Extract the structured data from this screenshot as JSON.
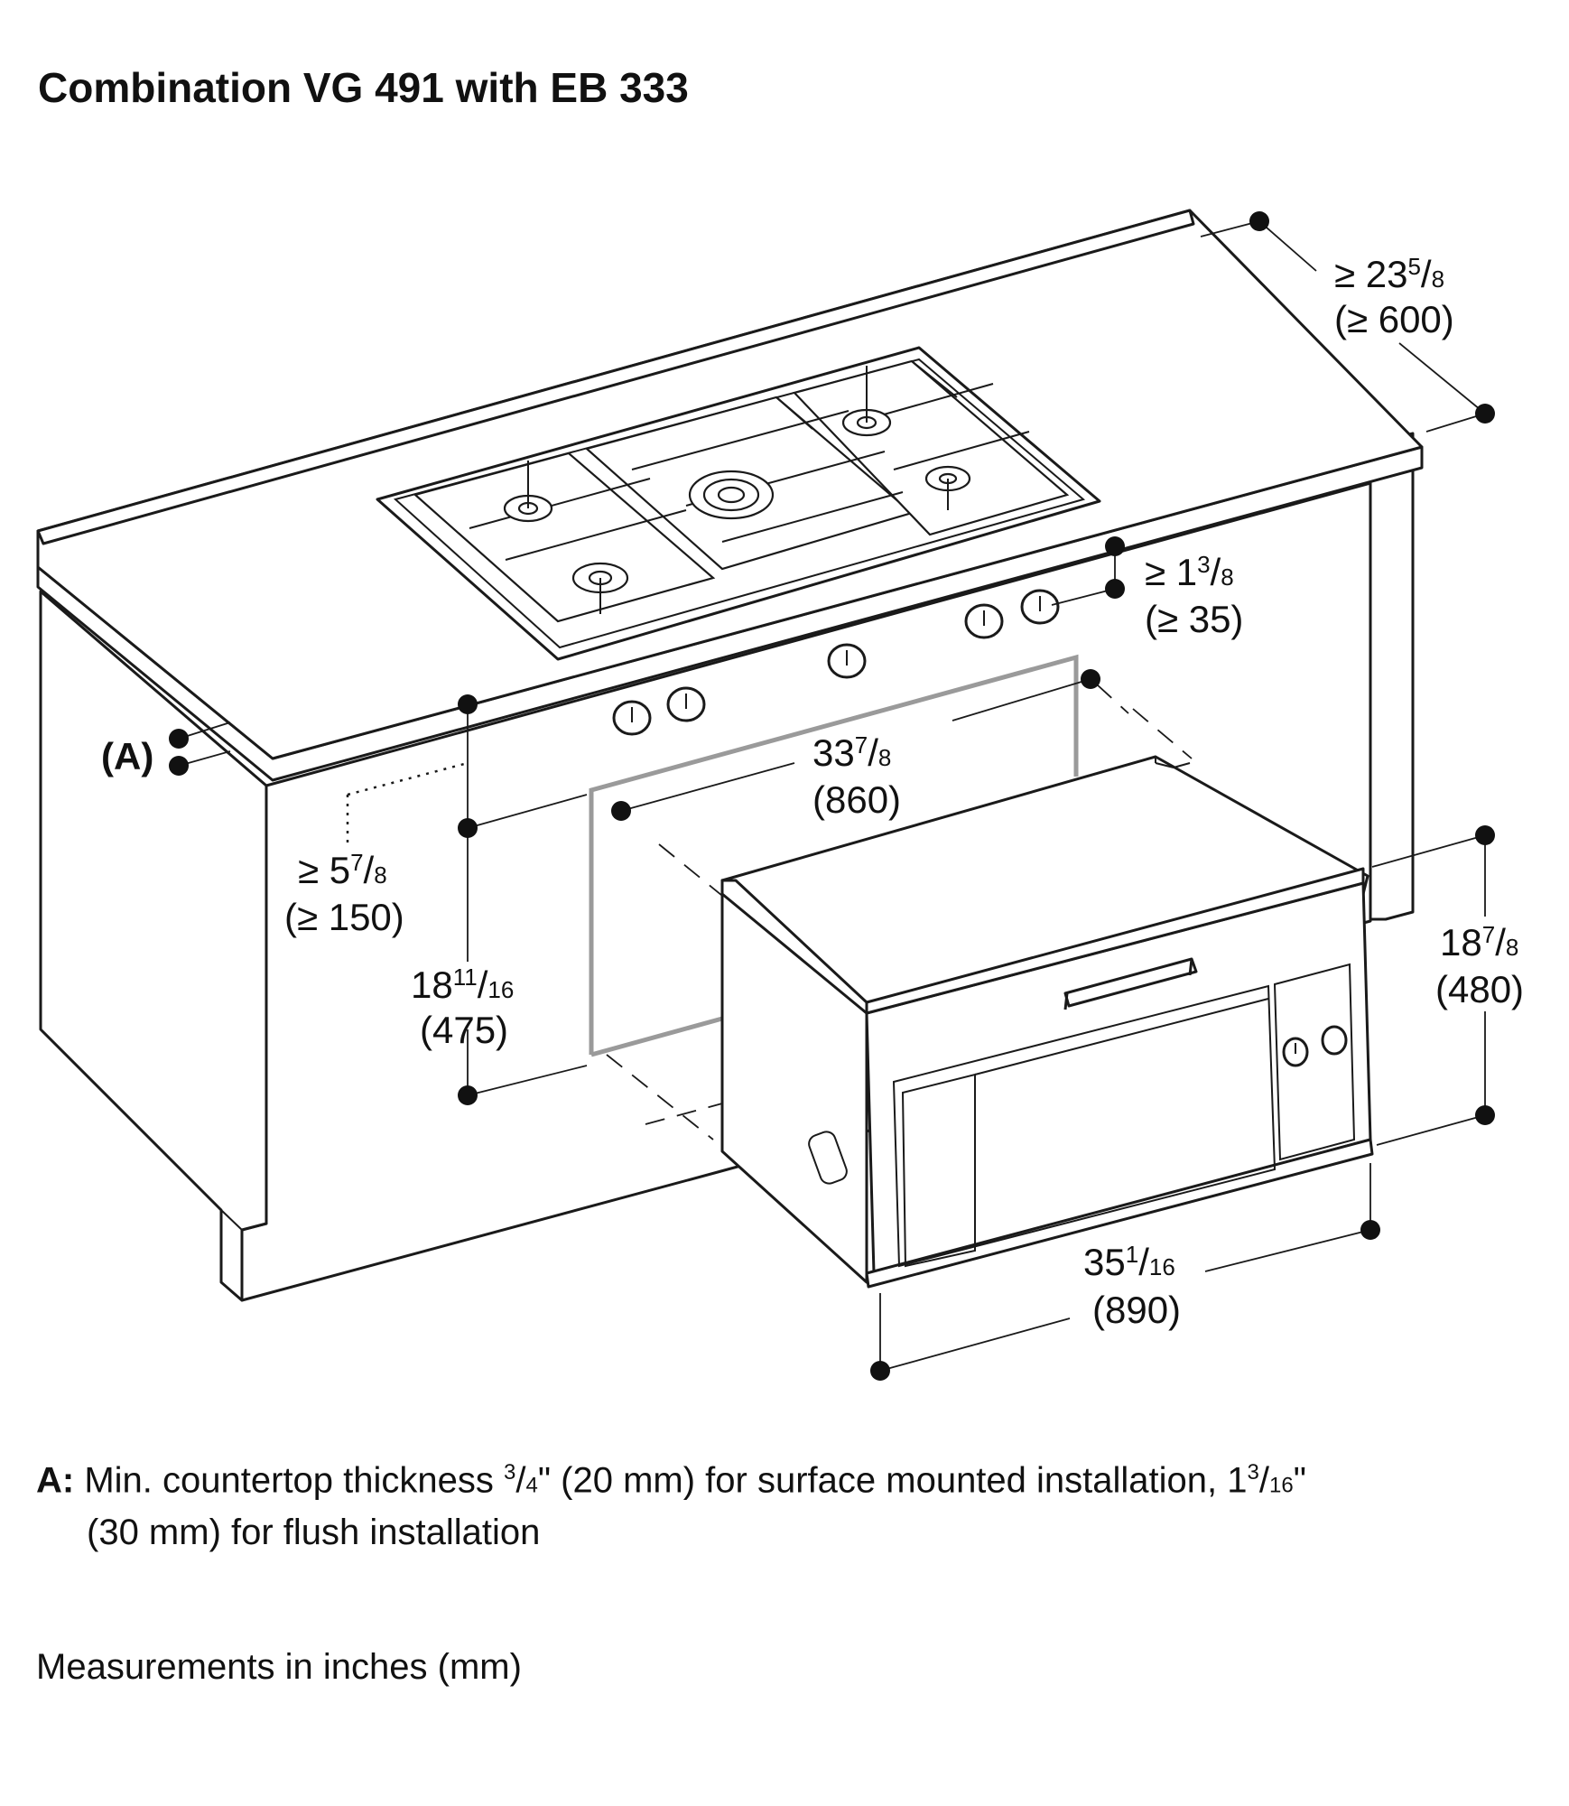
{
  "title": "Combination VG 491 with EB 333",
  "dimensions": {
    "depth": {
      "prefix": "≥ 23",
      "sup": "5",
      "sub": "8",
      "mm": "(≥ 600)"
    },
    "top_clear": {
      "prefix": "≥ 1",
      "sup": "3",
      "sub": "8",
      "mm": "(≥ 35)"
    },
    "width_cutout": {
      "prefix": "33",
      "sup": "7",
      "sub": "8",
      "mm": "(860)"
    },
    "min_below": {
      "prefix": "≥ 5",
      "sup": "7",
      "sub": "8",
      "mm": "(≥ 150)"
    },
    "height_cutout": {
      "prefix": "18",
      "sup": "11",
      "sub": "16",
      "mm": "(475)"
    },
    "oven_height": {
      "prefix": "18",
      "sup": "7",
      "sub": "8",
      "mm": "(480)"
    },
    "oven_width": {
      "prefix": "35",
      "sup": "1",
      "sub": "16",
      "mm": "(890)"
    }
  },
  "label_a": "(A)",
  "note_a": {
    "label": "A:",
    "text1": "Min. countertop thickness ",
    "frac1_sup": "3",
    "frac1_sub": "4",
    "text2": "\" (20 mm) for surface mounted installation, 1",
    "frac2_sup": "3",
    "frac2_sub": "16",
    "text3": "\"",
    "line2": "(30 mm) for flush installation"
  },
  "units_note": "Measurements in inches (mm)"
}
